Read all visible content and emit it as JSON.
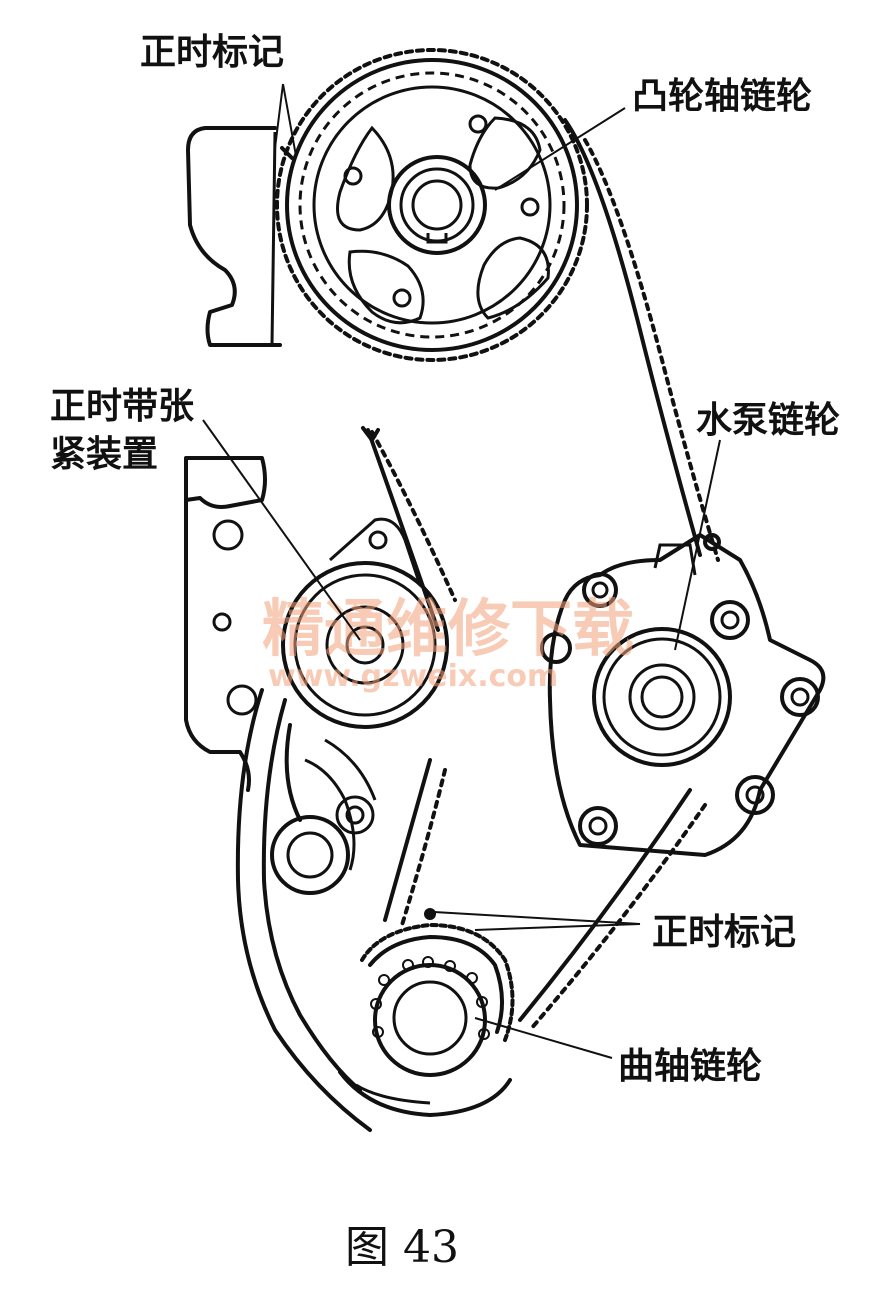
{
  "labels": {
    "timing_mark_top": "正时标记",
    "camshaft_sprocket": "凸轮轴链轮",
    "tensioner_line1": "正时带张",
    "tensioner_line2": "紧装置",
    "water_pump_sprocket": "水泵链轮",
    "timing_mark_bottom": "正时标记",
    "crankshaft_sprocket": "曲轴链轮"
  },
  "caption": "图 43",
  "watermark": {
    "text": "精通维修下载",
    "url": "www.gzweix.com",
    "color": "#f2a27a"
  },
  "colors": {
    "ink": "#111111",
    "background": "#ffffff"
  }
}
